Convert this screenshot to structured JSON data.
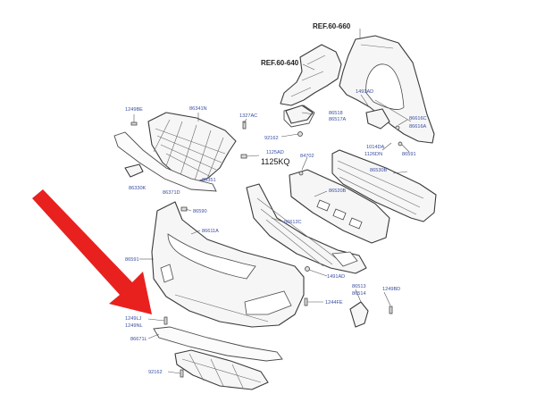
{
  "labels": {
    "ref_fender": "REF.60-660",
    "ref_bracket": "REF.60-640",
    "p1249BE": "1249BE",
    "p86341N": "86341N",
    "p1327AC": "1327AC",
    "p92162_top": "92162",
    "p1125AD": "1125AD",
    "p1125KQ": "1125KQ",
    "p86330K": "86330K",
    "p86371D": "86371D",
    "p86351": "86351",
    "p86518": "86518",
    "p86517A": "86517A",
    "p1491AD_top": "1491AD",
    "p86616C": "86616C",
    "p86616A": "86616A",
    "p1014DA": "1014DA",
    "p1126DN": "1126DN",
    "p86591": "86591",
    "p84702": "84702",
    "p86530B": "86530B",
    "p86520B": "86520B",
    "p86590": "86590",
    "p86612C": "86612C",
    "p86611A": "86611A",
    "p86591_left": "86591",
    "p1491AD_mid": "1491AD",
    "p86513": "86513",
    "p86514": "86514",
    "p1249BD": "1249BD",
    "p1244FE": "1244FE",
    "p1249LJ": "1249LJ",
    "p1249NL": "1249NL",
    "p86671L": "86671L",
    "p92162_bottom": "92162"
  },
  "colors": {
    "arrow": "#e8211f",
    "label": "#3a4fa0"
  }
}
